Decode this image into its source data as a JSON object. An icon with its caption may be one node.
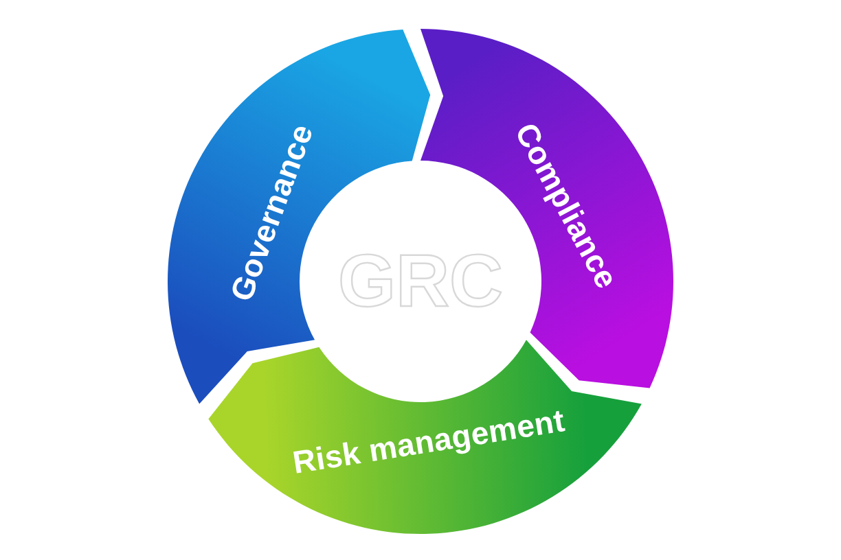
{
  "diagram": {
    "nodes": [
      {
        "text": [
          "Compliance"
        ]
      },
      {
        "text": [
          "Risk management"
        ]
      },
      {
        "text": [
          "Governance"
        ]
      }
    ],
    "labels": [
      "GRC"
    ]
  }
}
